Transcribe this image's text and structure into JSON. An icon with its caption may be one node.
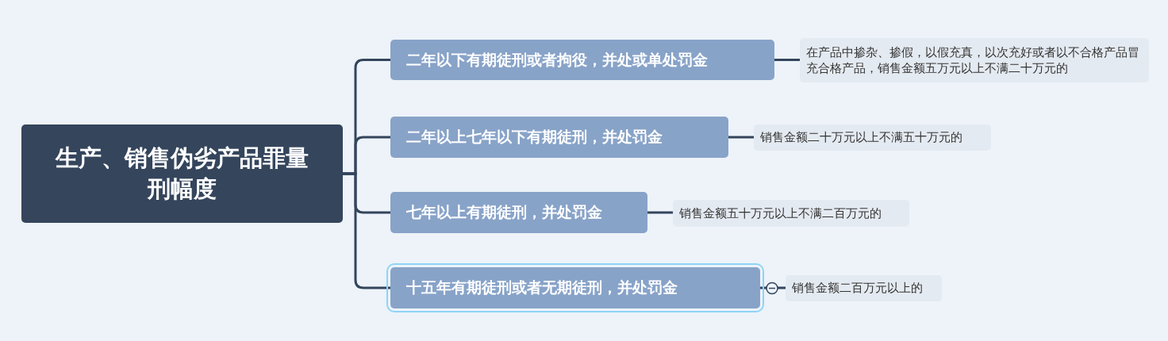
{
  "diagram": {
    "nodes": [
      {
        "text": [
          "生产、销售伪劣产品罪量刑幅度"
        ]
      },
      {
        "text": [
          "二年以下有期徒刑或者拘役，并处或单处罚金"
        ]
      },
      {
        "text": [
          "二年以上七年以下有期徒刑，并处罚金"
        ]
      },
      {
        "text": [
          "七年以上有期徒刑，并处罚金"
        ]
      },
      {
        "text": [
          "十五年有期徒刑或者无期徒刑，并处罚金"
        ]
      },
      {
        "text": [
          "在产品中掺杂、掺假，以假充真，以次充好或者以不合格产品冒充合格产品，销售金额五万元以上不满二十万元的"
        ]
      },
      {
        "text": [
          "销售金额二十万元以上不满五十万元的"
        ]
      },
      {
        "text": [
          "销售金额五十万元以上不满二百万元的"
        ]
      },
      {
        "text": [
          "销售金额二百万元以上的"
        ]
      }
    ],
    "edges": [
      {
        "from": 0,
        "to": 1,
        "arrow": "none"
      },
      {
        "from": 0,
        "to": 2,
        "arrow": "none"
      },
      {
        "from": 0,
        "to": 3,
        "arrow": "none"
      },
      {
        "from": 0,
        "to": 4,
        "arrow": "none"
      },
      {
        "from": 1,
        "to": 5,
        "arrow": "none"
      },
      {
        "from": 2,
        "to": 6,
        "arrow": "none"
      },
      {
        "from": 3,
        "to": 7,
        "arrow": "none"
      },
      {
        "from": 4,
        "to": 8,
        "arrow": "none"
      }
    ]
  }
}
